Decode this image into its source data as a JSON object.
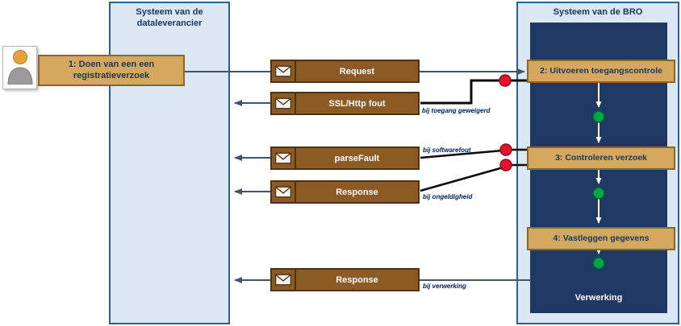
{
  "panels": {
    "supplier": {
      "title": "Systeem van de dataleverancier"
    },
    "bro": {
      "title": "Systeem van de BRO",
      "processing_label": "Verwerking"
    }
  },
  "steps": [
    {
      "label": "1: Doen van een een registratieverzoek"
    },
    {
      "label": "2: Uitvoeren toegangscontrole"
    },
    {
      "label": "3:  Controleren verzoek"
    },
    {
      "label": "4: Vastleggen gegevens"
    }
  ],
  "messages": [
    {
      "label": "Request"
    },
    {
      "label": "SSL/Http fout",
      "condition": "bij toegang geweigerd"
    },
    {
      "label": "parseFault",
      "condition": "bij softwarefout"
    },
    {
      "label": "Response",
      "condition": "bij ongeldigheid"
    },
    {
      "label": "Response",
      "condition": "bij verwerking"
    }
  ],
  "colors": {
    "panel_fill": "#dbe7f3",
    "panel_border": "#2c5f94",
    "dark_panel": "#203864",
    "step_fill": "#d6a75e",
    "step_border": "#8c6624",
    "message_fill": "#8c5a24",
    "message_border": "#4f3310",
    "error_dot": "#e8112d",
    "success_dot": "#00a44a",
    "connector": "#44546a",
    "condition_text": "#002060"
  }
}
